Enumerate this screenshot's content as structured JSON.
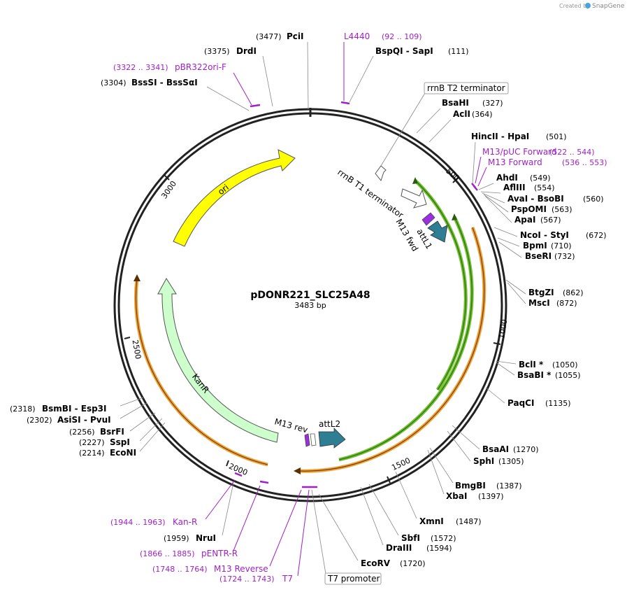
{
  "credit": {
    "prefix": "Created by",
    "brand": "SnapGene"
  },
  "plasmid": {
    "name": "pDONR221_SLC25A48",
    "length_label": "3483 bp",
    "length": 3483
  },
  "ticks": [
    "500",
    "1000",
    "1500",
    "2000",
    "2500",
    "3000"
  ],
  "enzymes": [
    {
      "name": "PciI",
      "pos": "(3477)",
      "side": "L"
    },
    {
      "name": "DrdI",
      "pos": "(3375)",
      "side": "L"
    },
    {
      "name": "BssSI  -  BssSαI",
      "pos": "(3304)",
      "side": "L"
    },
    {
      "name": "BspQI  -  SapI",
      "pos": "(111)",
      "side": "R"
    },
    {
      "name": "BsaHI",
      "pos": "(327)",
      "side": "R"
    },
    {
      "name": "AclI",
      "pos": "(364)",
      "side": "R"
    },
    {
      "name": "HincII  -  HpaI",
      "pos": "(501)",
      "side": "R"
    },
    {
      "name": "AhdI",
      "pos": "(549)",
      "side": "R"
    },
    {
      "name": "AflIII",
      "pos": "(554)",
      "side": "R"
    },
    {
      "name": "AvaI  -  BsoBI",
      "pos": "(560)",
      "side": "R"
    },
    {
      "name": "PspOMI",
      "pos": "(563)",
      "side": "R"
    },
    {
      "name": "ApaI",
      "pos": "(567)",
      "side": "R"
    },
    {
      "name": "NcoI  -  StyI",
      "pos": "(672)",
      "side": "R"
    },
    {
      "name": "BpmI",
      "pos": "(710)",
      "side": "R"
    },
    {
      "name": "BseRI",
      "pos": "(732)",
      "side": "R"
    },
    {
      "name": "BtgZI",
      "pos": "(862)",
      "side": "R"
    },
    {
      "name": "MscI",
      "pos": "(872)",
      "side": "R"
    },
    {
      "name": "BclI *",
      "pos": "(1050)",
      "side": "R"
    },
    {
      "name": "BsaBI *",
      "pos": "(1055)",
      "side": "R"
    },
    {
      "name": "PaqCI",
      "pos": "(1135)",
      "side": "R"
    },
    {
      "name": "BsaAI",
      "pos": "(1270)",
      "side": "R"
    },
    {
      "name": "SphI",
      "pos": "(1305)",
      "side": "R"
    },
    {
      "name": "BmgBI",
      "pos": "(1387)",
      "side": "R"
    },
    {
      "name": "XbaI",
      "pos": "(1397)",
      "side": "R"
    },
    {
      "name": "XmnI",
      "pos": "(1487)",
      "side": "R"
    },
    {
      "name": "SbfI",
      "pos": "(1572)",
      "side": "R"
    },
    {
      "name": "DraIII",
      "pos": "(1594)",
      "side": "R"
    },
    {
      "name": "EcoRV",
      "pos": "(1720)",
      "side": "R"
    },
    {
      "name": "NruI",
      "pos": "(1959)",
      "side": "L"
    },
    {
      "name": "EcoNI",
      "pos": "(2214)",
      "side": "L"
    },
    {
      "name": "SspI",
      "pos": "(2227)",
      "side": "L"
    },
    {
      "name": "BsrFI",
      "pos": "(2256)",
      "side": "L"
    },
    {
      "name": "AsiSI  -  PvuI",
      "pos": "(2302)",
      "side": "L"
    },
    {
      "name": "BsmBI  -  Esp3I",
      "pos": "(2318)",
      "side": "L"
    }
  ],
  "primers": [
    {
      "name": "L4440",
      "range": "(92 .. 109)"
    },
    {
      "name": "pBR322ori-F",
      "range": "(3322 .. 3341)"
    },
    {
      "name": "M13/pUC Forward",
      "range": "(522 .. 544)"
    },
    {
      "name": "M13 Forward",
      "range": "(536 .. 553)"
    },
    {
      "name": "Kan-R",
      "range": "(1944 .. 1963)"
    },
    {
      "name": "pENTR-R",
      "range": "(1866 .. 1885)"
    },
    {
      "name": "M13 Reverse",
      "range": "(1748 .. 1764)"
    },
    {
      "name": "T7",
      "range": "(1724 .. 1743)"
    }
  ],
  "features": {
    "rrnB_T2": "rrnB T2 terminator",
    "rrnB_T1": "rrnB T1 terminator",
    "m13_fwd": "M13 fwd",
    "attL1": "attL1",
    "m13_rev": "M13 rev",
    "attL2": "attL2",
    "ori": "ori",
    "kanR": "KanR",
    "t7_promoter": "T7 promoter"
  },
  "colors": {
    "backbone": "#222222",
    "ori": "#ffff00",
    "kanR": "#ccffcc",
    "attL": "#2e7f93",
    "m13": "#9b2fe0",
    "green_track": "#6bbf2a",
    "orange_track": "#f0a030",
    "primer": "#a020c8"
  }
}
